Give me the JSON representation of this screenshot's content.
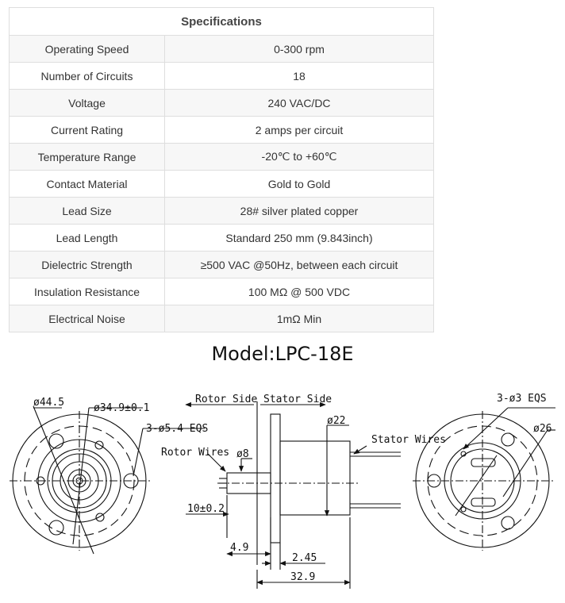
{
  "table": {
    "title": "Specifications",
    "rows": [
      {
        "label": "Operating Speed",
        "value": "0-300 rpm"
      },
      {
        "label": "Number of Circuits",
        "value": "18"
      },
      {
        "label": "Voltage",
        "value": "240 VAC/DC"
      },
      {
        "label": "Current Rating",
        "value": "2 amps per circuit"
      },
      {
        "label": "Temperature Range",
        "value": "-20℃ to +60℃"
      },
      {
        "label": "Contact Material",
        "value": "Gold to Gold"
      },
      {
        "label": "Lead Size",
        "value": "28# silver plated copper"
      },
      {
        "label": "Lead Length",
        "value": "Standard 250 mm (9.843inch)"
      },
      {
        "label": "Dielectric Strength",
        "value": "≥500 VAC @50Hz, between each circuit"
      },
      {
        "label": "Insulation Resistance",
        "value": "100 MΩ @ 500 VDC"
      },
      {
        "label": "Electrical Noise",
        "value": "1mΩ Min"
      }
    ]
  },
  "model_title": "Model:LPC-18E",
  "drawing": {
    "left_view": {
      "d_outer": "ø44.5",
      "d_pcd": "ø34.9±0.1",
      "holes": "3-ø5.4 EQS"
    },
    "side_view": {
      "rotor_side": "Rotor Side",
      "stator_side": "Stator Side",
      "rotor_wires": "Rotor Wires",
      "stator_wires": "Stator Wires",
      "d_shaft": "ø8",
      "d_body": "ø22",
      "dim_shaft": "10±0.2",
      "dim_a": "4.9",
      "dim_flange": "2.45",
      "dim_total": "32.9"
    },
    "right_view": {
      "holes": "3-ø3 EQS",
      "d_body": "ø26"
    }
  }
}
